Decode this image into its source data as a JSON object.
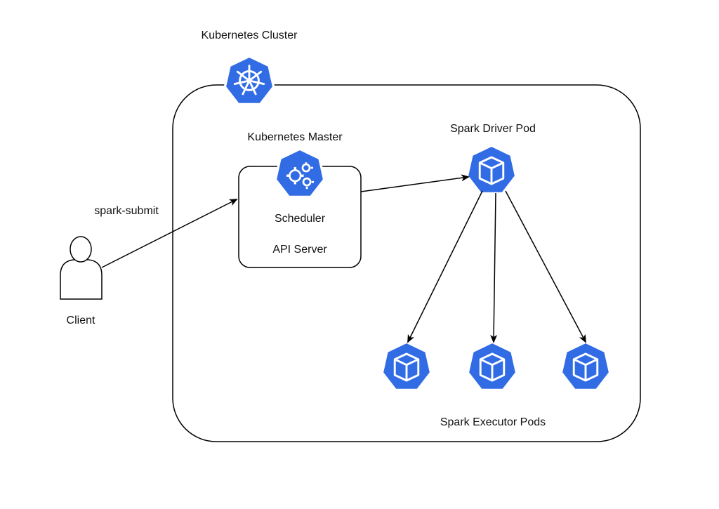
{
  "labels": {
    "cluster": "Kubernetes Cluster",
    "master": "Kubernetes Master",
    "scheduler": "Scheduler",
    "api_server": "API Server",
    "driver": "Spark Driver Pod",
    "executors": "Spark Executor Pods",
    "client": "Client",
    "submit": "spark-submit"
  },
  "icons": {
    "cluster": "kubernetes-helm-icon",
    "master": "kubernetes-gears-icon",
    "pod": "kubernetes-pod-cube-icon",
    "client": "user-person-icon"
  },
  "colors": {
    "k8s_blue": "#326ce5",
    "stroke": "#000000",
    "background": "#ffffff"
  }
}
